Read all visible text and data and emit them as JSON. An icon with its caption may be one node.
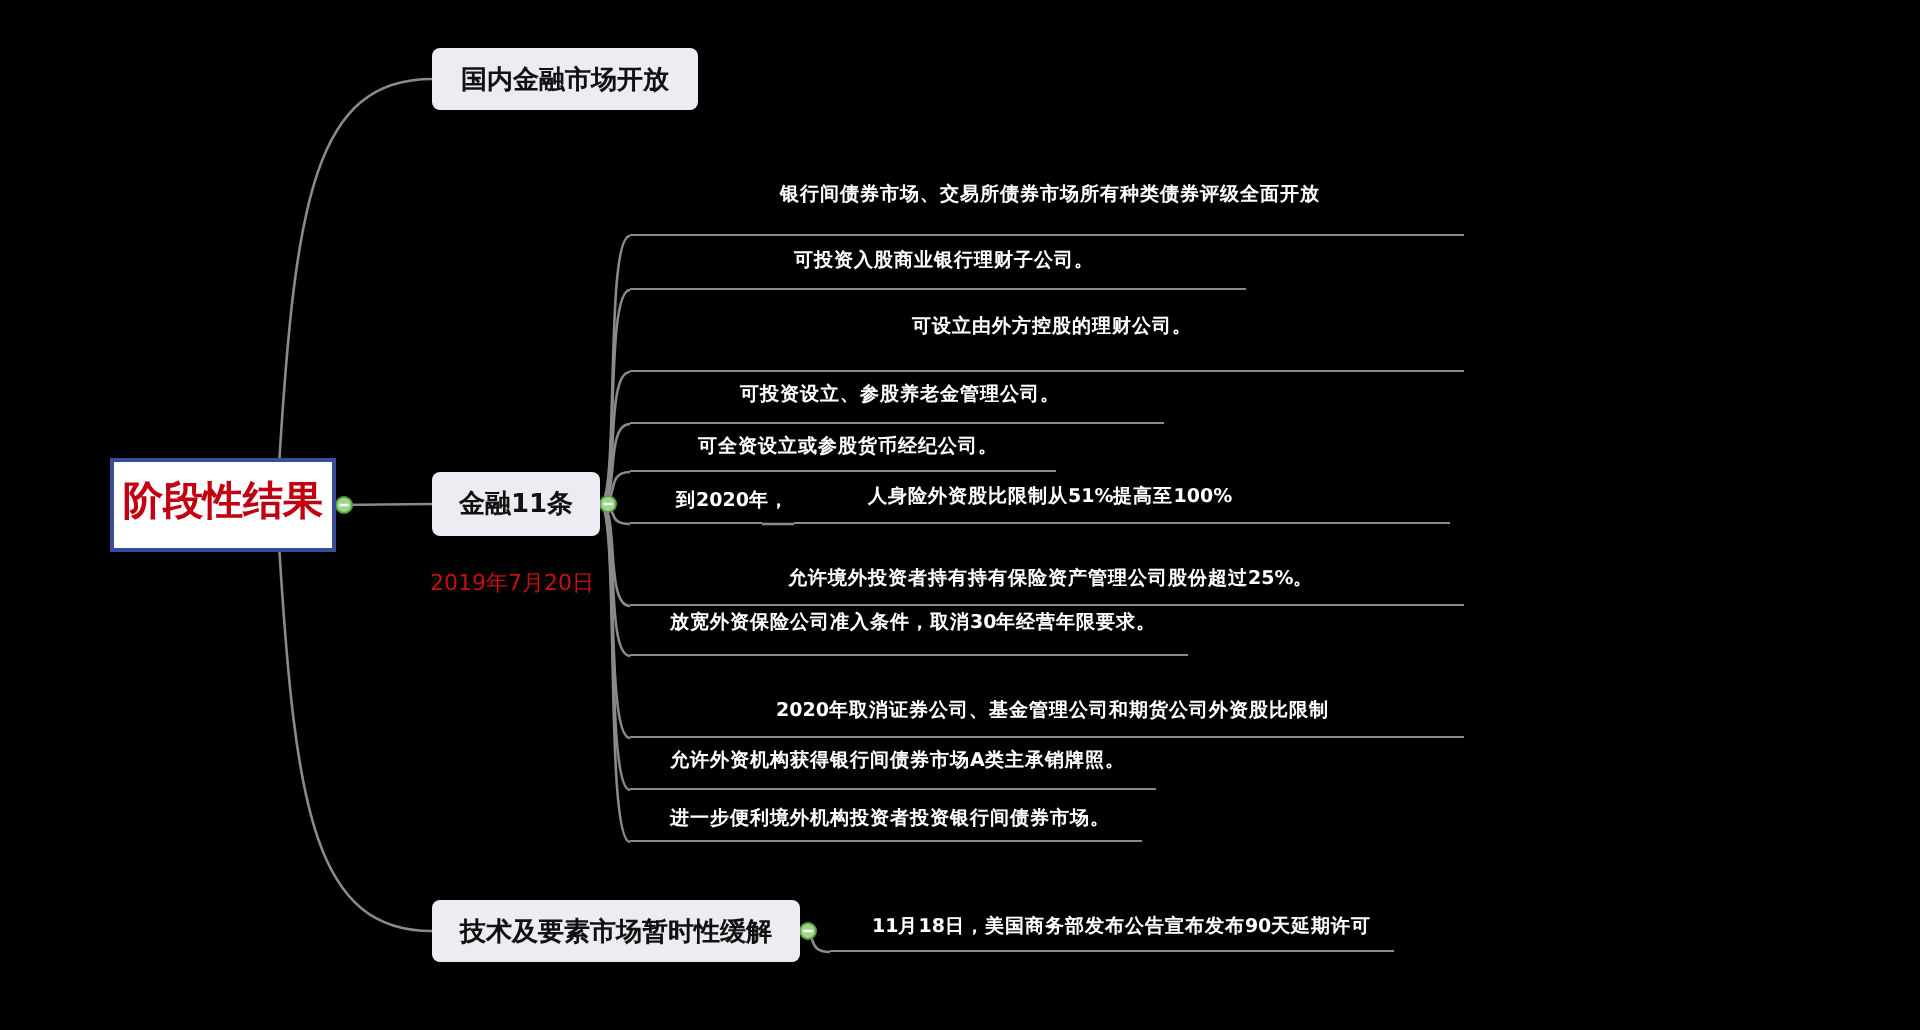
{
  "diagram": {
    "nodes": [
      {
        "text": [
          "阶段性结果"
        ]
      },
      {
        "text": [
          "国内金融市场开放"
        ]
      },
      {
        "text": [
          "金融11条"
        ],
        "beside": [
          "2019年7月20日"
        ]
      },
      {
        "text": [
          "技术及要素市场暂时性缓解"
        ]
      },
      {
        "text": [
          "银行间债券市场、交易所债券市场所有种类债券评级全面开放"
        ]
      },
      {
        "text": [
          "可投资入股商业银行理财子公司。"
        ]
      },
      {
        "text": [
          "可设立由外方控股的理财公司。"
        ]
      },
      {
        "text": [
          "可投资设立、参股养老金管理公司。"
        ]
      },
      {
        "text": [
          "可全资设立或参股货币经纪公司。"
        ]
      },
      {
        "text": [
          "到2020年，"
        ]
      },
      {
        "text": [
          "人身险外资股比限制从51%提高至100%"
        ]
      },
      {
        "text": [
          "允许境外投资者持有持有保险资产管理公司股份超过25%。"
        ]
      },
      {
        "text": [
          "放宽外资保险公司准入条件，取消30年经营年限要求。"
        ]
      },
      {
        "text": [
          "2020年取消证券公司、基金管理公司和期货公司外资股比限制"
        ]
      },
      {
        "text": [
          "允许外资机构获得银行间债券市场A类主承销牌照。"
        ]
      },
      {
        "text": [
          "进一步便利境外机构投资者投资银行间债券市场。"
        ]
      },
      {
        "text": [
          "11月18日，美国商务部发布公告宣布发布90天延期许可"
        ]
      }
    ],
    "edges": [
      {
        "from": 0,
        "to": 1,
        "arrow": "none"
      },
      {
        "from": 0,
        "to": 2,
        "arrow": "none"
      },
      {
        "from": 0,
        "to": 3,
        "arrow": "none"
      },
      {
        "from": 2,
        "to": 4,
        "arrow": "none"
      },
      {
        "from": 2,
        "to": 5,
        "arrow": "none"
      },
      {
        "from": 2,
        "to": 6,
        "arrow": "none"
      },
      {
        "from": 2,
        "to": 7,
        "arrow": "none"
      },
      {
        "from": 2,
        "to": 8,
        "arrow": "none"
      },
      {
        "from": 2,
        "to": 9,
        "arrow": "none"
      },
      {
        "from": 9,
        "to": 10,
        "arrow": "none"
      },
      {
        "from": 2,
        "to": 11,
        "arrow": "none"
      },
      {
        "from": 2,
        "to": 12,
        "arrow": "none"
      },
      {
        "from": 2,
        "to": 13,
        "arrow": "none"
      },
      {
        "from": 2,
        "to": 14,
        "arrow": "none"
      },
      {
        "from": 2,
        "to": 15,
        "arrow": "none"
      },
      {
        "from": 3,
        "to": 16,
        "arrow": "none"
      }
    ]
  }
}
